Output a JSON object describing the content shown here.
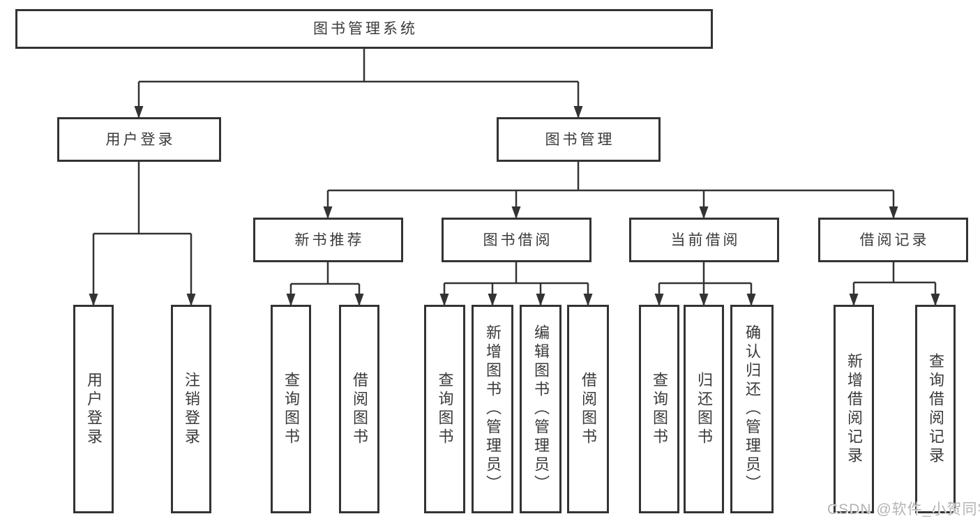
{
  "tree": {
    "label": "图书管理系统",
    "children": [
      {
        "label": "用户登录",
        "children": [
          {
            "label": "用户登录"
          },
          {
            "label": "注销登录"
          }
        ]
      },
      {
        "label": "图书管理",
        "children": [
          {
            "label": "新书推荐",
            "children": [
              {
                "label": "查询图书"
              },
              {
                "label": "借阅图书"
              }
            ]
          },
          {
            "label": "图书借阅",
            "children": [
              {
                "label": "查询图书"
              },
              {
                "label": "新增图书（管理员）"
              },
              {
                "label": "编辑图书（管理员）"
              },
              {
                "label": "借阅图书"
              }
            ]
          },
          {
            "label": "当前借阅",
            "children": [
              {
                "label": "查询图书"
              },
              {
                "label": "归还图书"
              },
              {
                "label": "确认归还（管理员）"
              }
            ]
          },
          {
            "label": "借阅记录",
            "children": [
              {
                "label": "新增借阅记录"
              },
              {
                "label": "查询借阅记录"
              }
            ]
          }
        ]
      }
    ]
  },
  "watermark": "CSDN @软件_小贺同学",
  "colors": {
    "line": "#333333",
    "text": "#3a3a3a",
    "watermark": "#b4b4b4",
    "background": "#ffffff"
  }
}
